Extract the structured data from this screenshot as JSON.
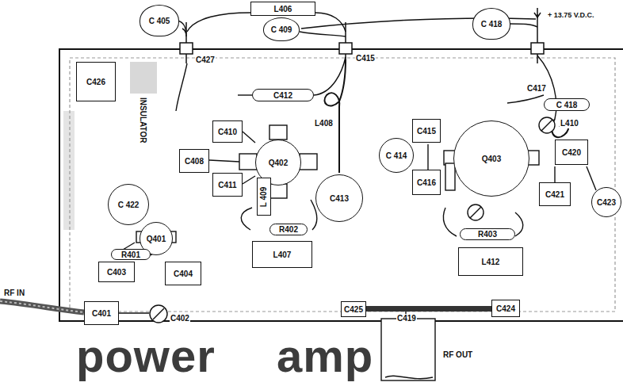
{
  "diagram": {
    "title": "power amp",
    "nodes": [
      {
        "text": [
          "C 405"
        ]
      },
      {
        "text": [
          "L406"
        ]
      },
      {
        "text": [
          "C 409"
        ]
      },
      {
        "text": [
          "C 418"
        ]
      },
      {
        "text": [
          "C426"
        ]
      },
      {
        "text": [
          "C412"
        ]
      },
      {
        "text": [
          "C 418"
        ]
      },
      {
        "text": [
          "C410"
        ]
      },
      {
        "text": [
          "Q402"
        ]
      },
      {
        "text": [
          "C 414"
        ]
      },
      {
        "text": [
          "C415"
        ]
      },
      {
        "text": [
          "C420"
        ]
      },
      {
        "text": [
          "Q403"
        ]
      },
      {
        "text": [
          "C408"
        ]
      },
      {
        "text": [
          "C411"
        ]
      },
      {
        "text": [
          "C413"
        ]
      },
      {
        "text": [
          "C416"
        ]
      },
      {
        "text": [
          "C421"
        ]
      },
      {
        "text": [
          "C423"
        ]
      },
      {
        "text": [
          "L 409"
        ]
      },
      {
        "text": [
          "C 422"
        ]
      },
      {
        "text": [
          "Q401"
        ]
      },
      {
        "text": [
          "R401"
        ]
      },
      {
        "text": [
          "R402"
        ]
      },
      {
        "text": [
          "R403"
        ]
      },
      {
        "text": [
          "C403"
        ]
      },
      {
        "text": [
          "C404"
        ]
      },
      {
        "text": [
          "L407"
        ]
      },
      {
        "text": [
          "L412"
        ]
      },
      {
        "text": [
          "C401"
        ]
      },
      {
        "text": [
          "C425"
        ]
      },
      {
        "text": [
          "C424"
        ]
      }
    ],
    "labels": [
      "C427",
      "C415",
      "+ 13.75 V.D.C.",
      "C417",
      "INSULATOR",
      "L408",
      "L410",
      "C419",
      "C402",
      "RF IN",
      "RF OUT"
    ]
  }
}
